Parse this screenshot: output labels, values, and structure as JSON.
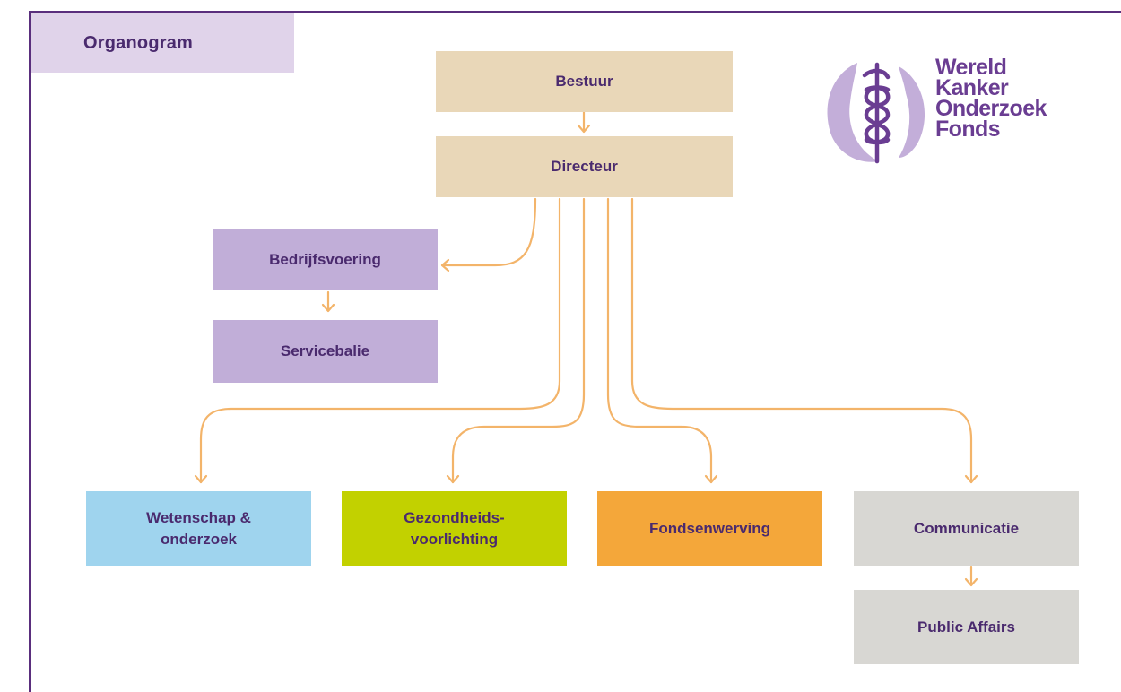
{
  "header": {
    "title": "Organogram"
  },
  "logo": {
    "lines": [
      "Wereld",
      "Kanker",
      "Onderzoek",
      "Fonds"
    ],
    "icon": "caduceus-icon"
  },
  "nodes": {
    "bestuur": "Bestuur",
    "directeur": "Directeur",
    "bedrijfsvoering": "Bedrijfsvoering",
    "servicebalie": "Servicebalie",
    "wetenschap": "Wetenschap &\nonderzoek",
    "gezondheid": "Gezondheids-\nvoorlichting",
    "fondsenwerving": "Fondsenwerving",
    "communicatie": "Communicatie",
    "public_affairs": "Public Affairs"
  },
  "colors": {
    "accent": "#5a2e7d",
    "text": "#4a2a6e",
    "beige": "#e9d7b8",
    "lilac": "#c1aed8",
    "blue": "#9fd4ee",
    "green": "#c2d100",
    "orange": "#f4a73a",
    "grey": "#d8d7d3",
    "connector": "#f3b46a"
  }
}
